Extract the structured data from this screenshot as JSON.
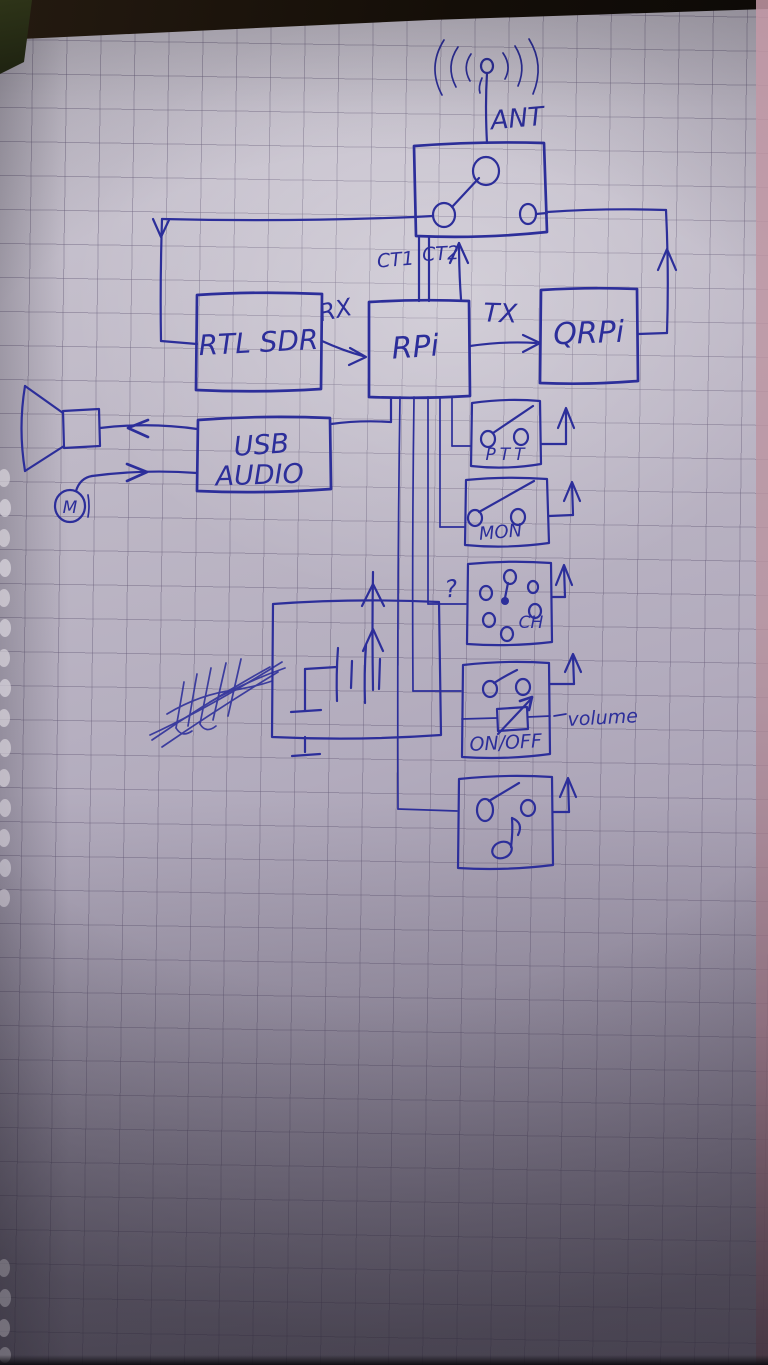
{
  "scene": "photo of a hand-drawn amateur-radio block schematic in blue ballpoint ink on squared (graph) paper",
  "colors": {
    "ink": "#2c2e9a",
    "paper": "#b8b2c0",
    "grid_line": "#81789a",
    "table_surface": "#171009",
    "table_corner_green": "#2e3418",
    "right_edge_pink": "#b9939f"
  },
  "labels": {
    "ant": "ANT",
    "ct1": "CT1",
    "ct2": "CT2",
    "rx": "RX",
    "tx": "TX",
    "rtl_sdr": "RTL SDR",
    "rpi": "RPi",
    "qrpi": "QRPi",
    "usb": "USB",
    "audio": "AUDIO",
    "mic": "M",
    "ptt": "PTT",
    "mon": "MON",
    "ch": "CH",
    "ch_query": "?",
    "on_off": "ON/OFF",
    "volume": "volume"
  },
  "icons": [
    "antenna-icon",
    "changeover-switch-icon",
    "down-arrow-icon",
    "up-arrow-icon",
    "speaker-icon",
    "microphone-icon",
    "battery-icon",
    "ground-icon",
    "toggle-switch-icon",
    "rotary-selector-icon",
    "potentiometer-icon",
    "music-note-icon",
    "crossed-out-scribble",
    "paper-perforations"
  ]
}
